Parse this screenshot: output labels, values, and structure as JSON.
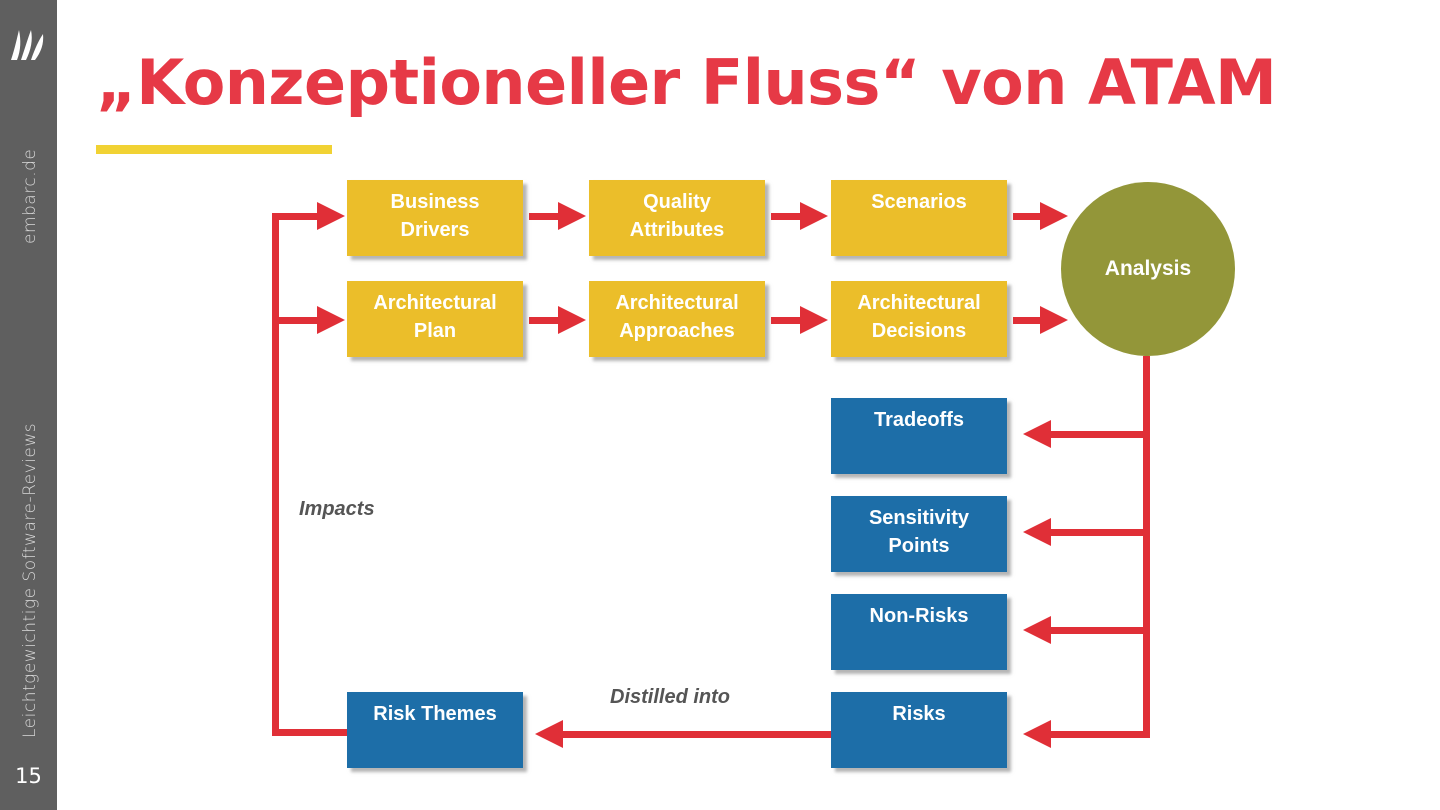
{
  "slide": {
    "title": "„Konzeptioneller Fluss“ von ATAM",
    "sidebar_site": "embarc.de",
    "sidebar_tagline": "Leichtgewichtige Software-Reviews",
    "page_number": "15"
  },
  "diagram": {
    "business_drivers": "Business\nDrivers",
    "quality_attributes": "Quality\nAttributes",
    "scenarios": "Scenarios",
    "architectural_plan": "Architectural\nPlan",
    "architectural_approaches": "Architectural\nApproaches",
    "architectural_decisions": "Architectural\nDecisions",
    "analysis": "Analysis",
    "tradeoffs": "Tradeoffs",
    "sensitivity_points": "Sensitivity\nPoints",
    "non_risks": "Non-Risks",
    "risks": "Risks",
    "risk_themes": "Risk Themes",
    "impacts_label": "Impacts",
    "distilled_label": "Distilled into"
  },
  "colors": {
    "title_red": "#e63946",
    "accent_yellow": "#f1d233",
    "box_yellow": "#ebbe2a",
    "box_blue": "#1d6ea8",
    "analysis_olive": "#939639",
    "arrow_red": "#e02f37",
    "sidebar_gray": "#5f5f5f"
  }
}
